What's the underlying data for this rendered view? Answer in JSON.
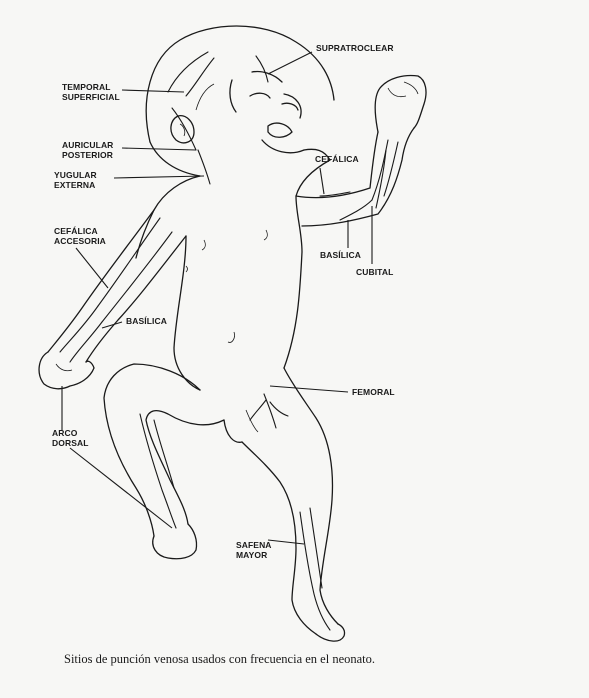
{
  "labels": {
    "supratroclear": "SUPRATROCLEAR",
    "temporal_superficial_1": "TEMPORAL",
    "temporal_superficial_2": "SUPERFICIAL",
    "auricular_posterior_1": "AURICULAR",
    "auricular_posterior_2": "POSTERIOR",
    "yugular_externa_1": "YUGULAR",
    "yugular_externa_2": "EXTERNA",
    "cefalica_right": "CEFÁLICA",
    "cefalica_accesoria_1": "CEFÁLICA",
    "cefalica_accesoria_2": "ACCESORIA",
    "basilica_right": "BASÍLICA",
    "cubital": "CUBITAL",
    "basilica_left": "BASÍLICA",
    "femoral": "FEMORAL",
    "arco_dorsal_1": "ARCO",
    "arco_dorsal_2": "DORSAL",
    "safena_mayor_1": "SAFENA",
    "safena_mayor_2": "MAYOR"
  },
  "caption": "Sitios de punción venosa usados con frecuencia en el neonato."
}
